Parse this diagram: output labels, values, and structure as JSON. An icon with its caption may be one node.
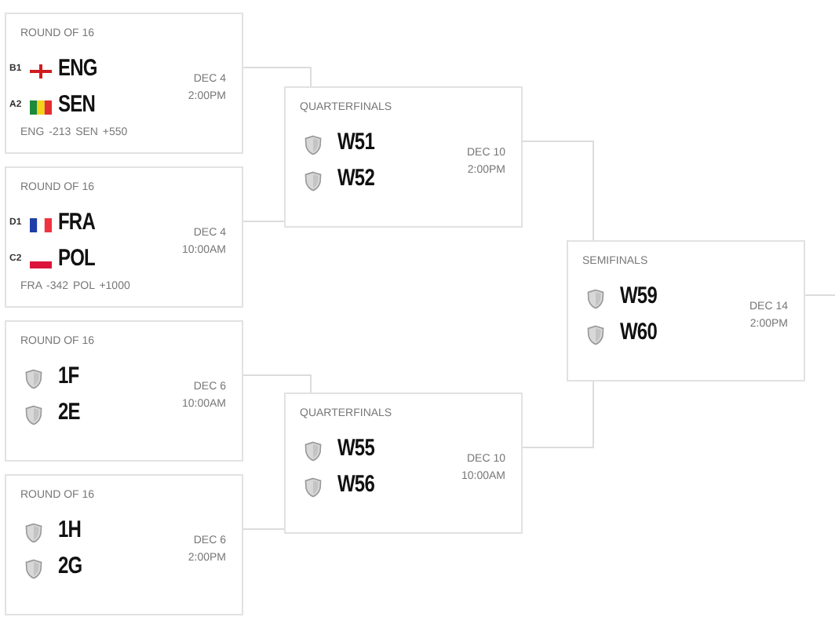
{
  "diagram": {
    "nodes": [
      {
        "text": [
          "ROUND OF 16",
          "B1",
          "ENG",
          "A2",
          "SEN",
          "DEC 4 2:00PM",
          "ENG -213 SEN +550"
        ]
      },
      {
        "text": [
          "ROUND OF 16",
          "D1",
          "FRA",
          "C2",
          "POL",
          "DEC 4 10:00AM",
          "FRA -342 POL +1000"
        ]
      },
      {
        "text": [
          "ROUND OF 16",
          "1F",
          "2E",
          "DEC 6 10:00AM"
        ]
      },
      {
        "text": [
          "ROUND OF 16",
          "1H",
          "2G",
          "DEC 6 2:00PM"
        ]
      },
      {
        "text": [
          "QUARTERFINALS",
          "W51",
          "W52",
          "DEC 10 2:00PM"
        ]
      },
      {
        "text": [
          "QUARTERFINALS",
          "W55",
          "W56",
          "DEC 10 10:00AM"
        ]
      },
      {
        "text": [
          "SEMIFINALS",
          "W59",
          "W60",
          "DEC 14 2:00PM"
        ]
      }
    ],
    "edges": [
      {
        "from": 0,
        "to": 4,
        "arrow": "none"
      },
      {
        "from": 1,
        "to": 4,
        "arrow": "none"
      },
      {
        "from": 2,
        "to": 5,
        "arrow": "none"
      },
      {
        "from": 3,
        "to": 5,
        "arrow": "none"
      },
      {
        "from": 4,
        "to": 6,
        "arrow": "none"
      },
      {
        "from": 5,
        "to": 6,
        "arrow": "none"
      },
      {
        "from": 6,
        "to": null,
        "arrow": "none"
      }
    ]
  }
}
